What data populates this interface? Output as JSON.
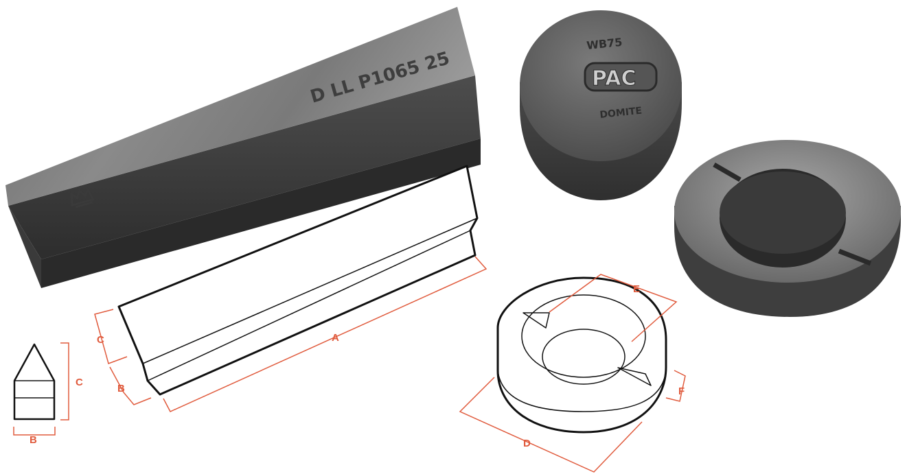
{
  "colors": {
    "dimension": "#e05a3c",
    "outline": "#111111",
    "metal_dark": "#3c3c3c",
    "metal_mid": "#5e5e5e",
    "metal_light": "#8c8c8c"
  },
  "bar_photo": {
    "stamp_text": "D LL P1065 25",
    "logo": "crown-logo-icon"
  },
  "puck_photo": {
    "top_text": "WB75",
    "badge_text": "PAC",
    "bottom_text": "DOMITE"
  },
  "bar_drawing": {
    "labels": {
      "length": "A",
      "height": "C",
      "width": "B"
    }
  },
  "bar_cross_section": {
    "labels": {
      "height": "C",
      "width": "B"
    }
  },
  "ring_drawing": {
    "labels": {
      "outer_diameter": "D",
      "inner_diameter": "E",
      "thickness": "F"
    }
  }
}
